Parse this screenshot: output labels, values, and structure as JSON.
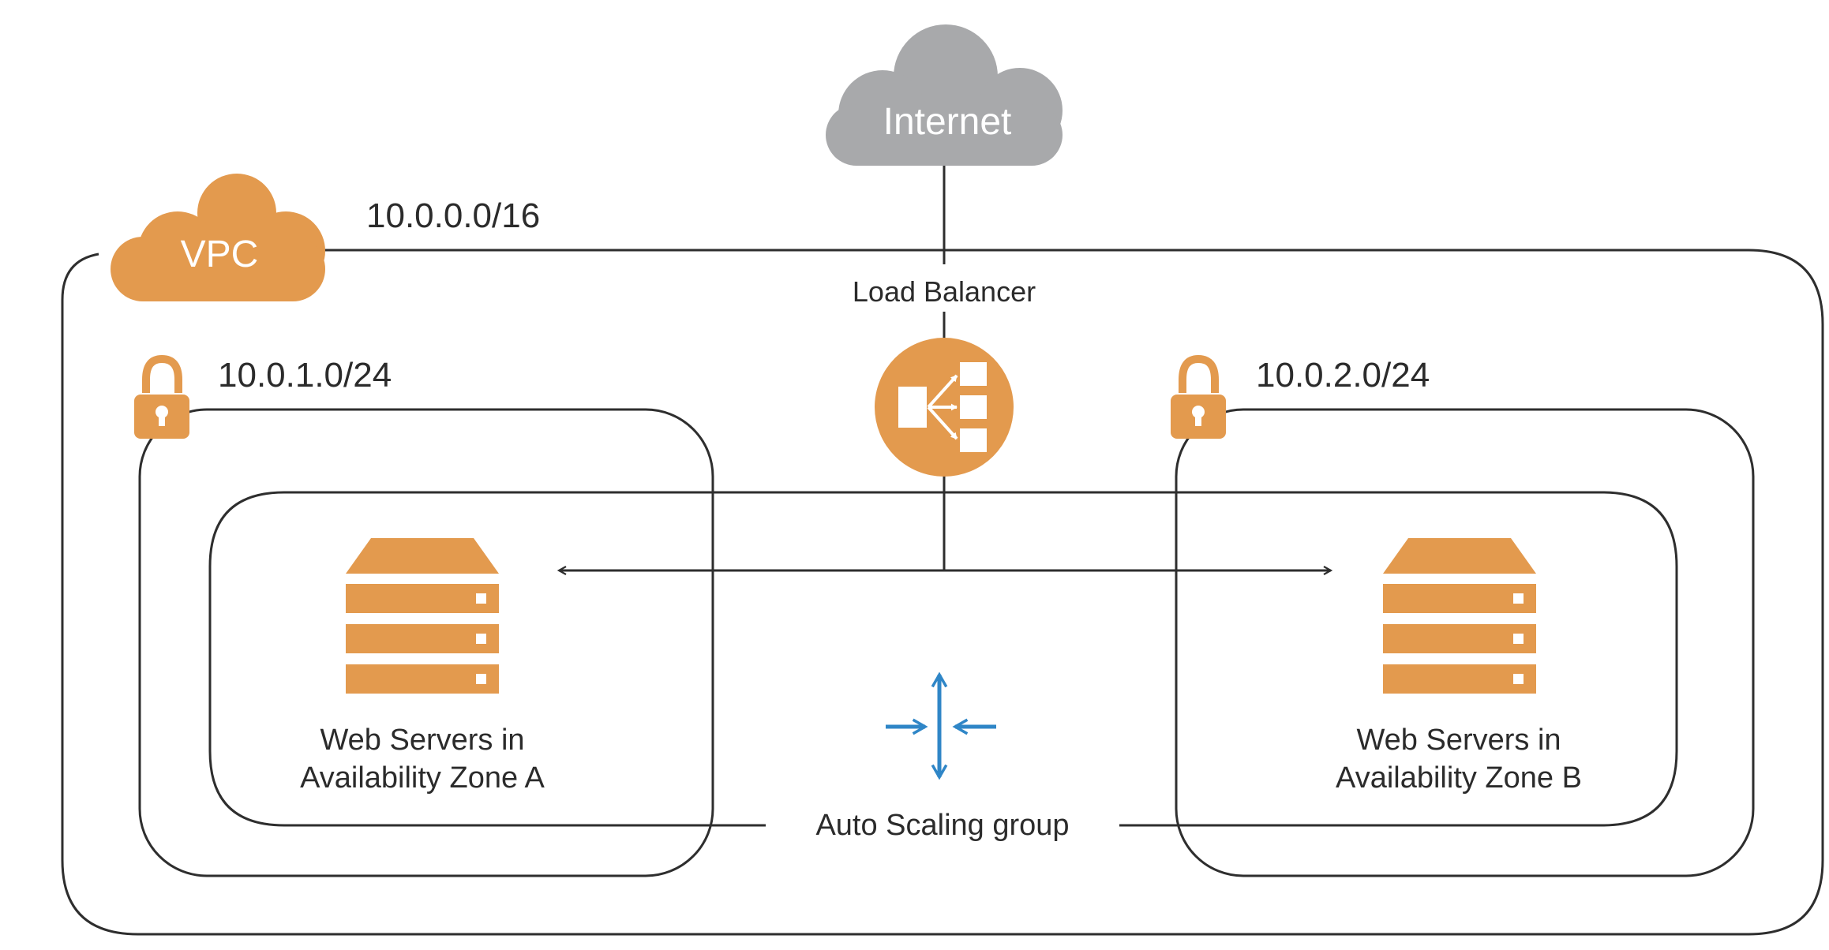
{
  "colors": {
    "accent_orange": "#E39A4E",
    "internet_gray": "#A8A9AB",
    "line": "#2E2E2E",
    "autoscale_blue": "#2F86C7",
    "background": "#FFFFFF"
  },
  "internet": {
    "label": "Internet",
    "icon": "cloud-icon"
  },
  "vpc": {
    "label": "VPC",
    "cidr": "10.0.0.0/16",
    "icon": "cloud-icon"
  },
  "load_balancer": {
    "label": "Load Balancer",
    "icon": "load-balancer-icon"
  },
  "subnet_a": {
    "cidr": "10.0.1.0/24",
    "icon": "lock-icon"
  },
  "subnet_b": {
    "cidr": "10.0.2.0/24",
    "icon": "lock-icon"
  },
  "zone_a": {
    "line1": "Web Servers in",
    "line2": "Availability Zone A",
    "icon": "server-stack-icon"
  },
  "zone_b": {
    "line1": "Web Servers in",
    "line2": "Availability Zone B",
    "icon": "server-stack-icon"
  },
  "auto_scaling": {
    "label": "Auto Scaling group",
    "icon": "auto-scaling-icon"
  }
}
